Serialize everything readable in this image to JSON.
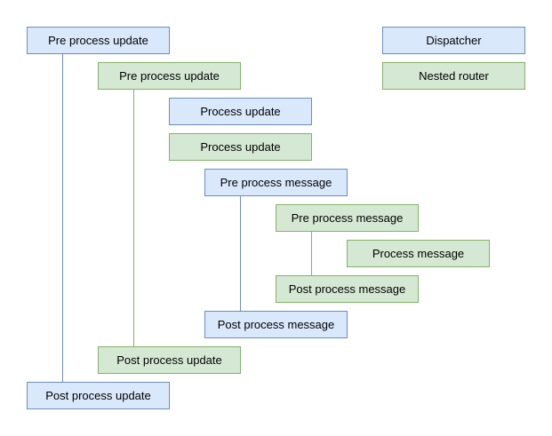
{
  "diagram": {
    "background_color": "#ffffff",
    "text_color": "#000000",
    "styles": {
      "dispatcher": {
        "fill": "#dae8fc",
        "stroke": "#6c8ebf"
      },
      "router": {
        "fill": "#d5e8d4",
        "stroke": "#82b366"
      }
    },
    "legend": [
      {
        "label": "Dispatcher",
        "type": "dispatcher"
      },
      {
        "label": "Nested router",
        "type": "router"
      }
    ],
    "nodes": [
      {
        "label": "Pre process update",
        "type": "dispatcher"
      },
      {
        "label": "Pre process update",
        "type": "router"
      },
      {
        "label": "Process update",
        "type": "dispatcher"
      },
      {
        "label": "Process update",
        "type": "router"
      },
      {
        "label": "Pre process message",
        "type": "dispatcher"
      },
      {
        "label": "Pre process message",
        "type": "router"
      },
      {
        "label": "Process message",
        "type": "router"
      },
      {
        "label": "Post process message",
        "type": "router"
      },
      {
        "label": "Post process message",
        "type": "dispatcher"
      },
      {
        "label": "Post process update",
        "type": "router"
      },
      {
        "label": "Post process update",
        "type": "dispatcher"
      }
    ],
    "connectors": [
      {
        "from": "Pre process update",
        "to": "Post process update",
        "type": "dispatcher"
      },
      {
        "from": "Pre process update",
        "to": "Post process update",
        "type": "router"
      },
      {
        "from": "Pre process message",
        "to": "Post process message",
        "type": "dispatcher"
      },
      {
        "from": "Pre process message",
        "to": "Post process message",
        "type": "router"
      }
    ]
  }
}
